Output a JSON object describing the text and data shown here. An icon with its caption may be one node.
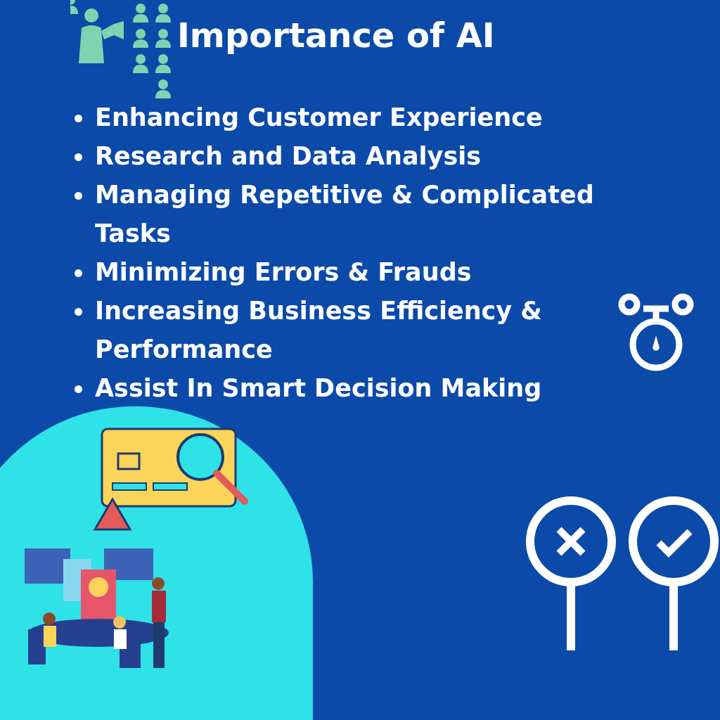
{
  "diagram": {
    "title": "Importance of AI",
    "labels": [
      "Enhancing Customer Experience",
      "Research and Data Analysis",
      "Managing Repetitive & Complicated Tasks",
      "Minimizing Errors & Frauds",
      "Increasing Business Efficiency & Performance",
      "Assist In Smart Decision Making"
    ]
  }
}
